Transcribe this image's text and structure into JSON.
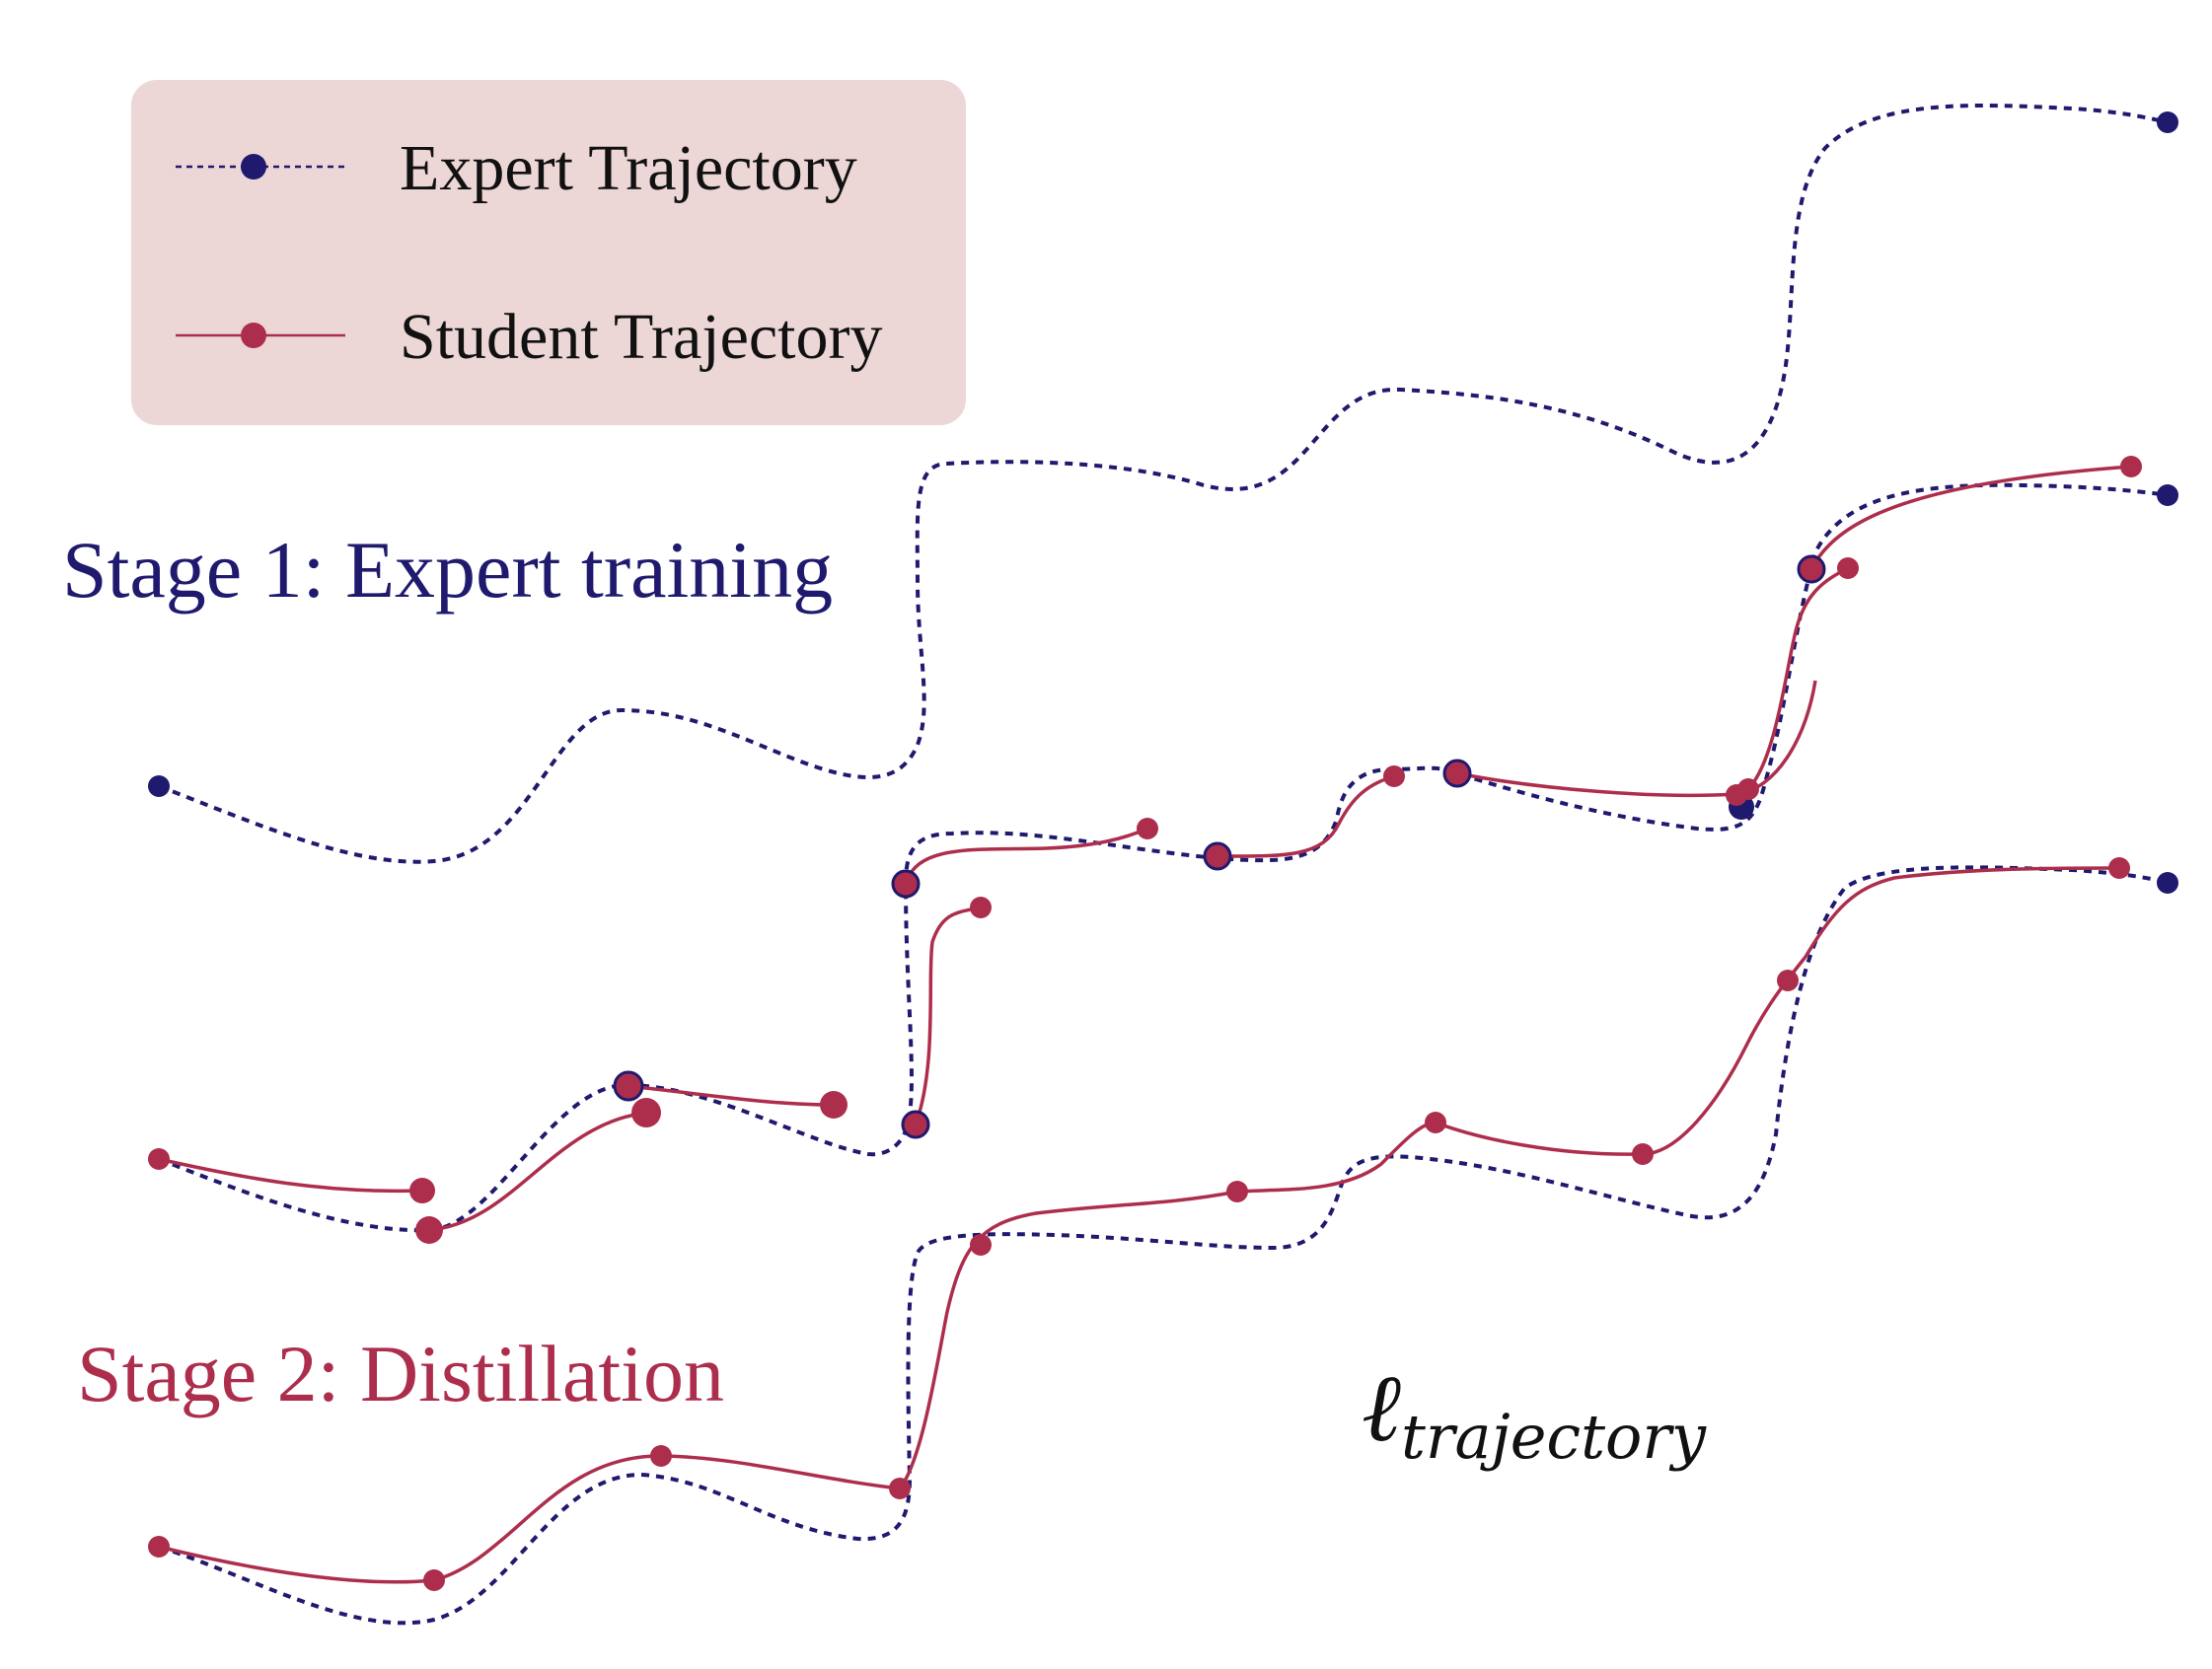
{
  "colors": {
    "expert": "#1f1a6e",
    "student": "#ad2e4c",
    "legend_background": "#ecd6d6",
    "text": "#111111"
  },
  "legend": {
    "expert_label": "Expert Trajectory",
    "student_label": "Student Trajectory"
  },
  "stages": {
    "stage1_label": "Stage 1: Expert training",
    "stage2_label": "Stage 2: Distillation"
  },
  "loss": {
    "symbol": "ℓ",
    "subscript": "trajectory"
  }
}
